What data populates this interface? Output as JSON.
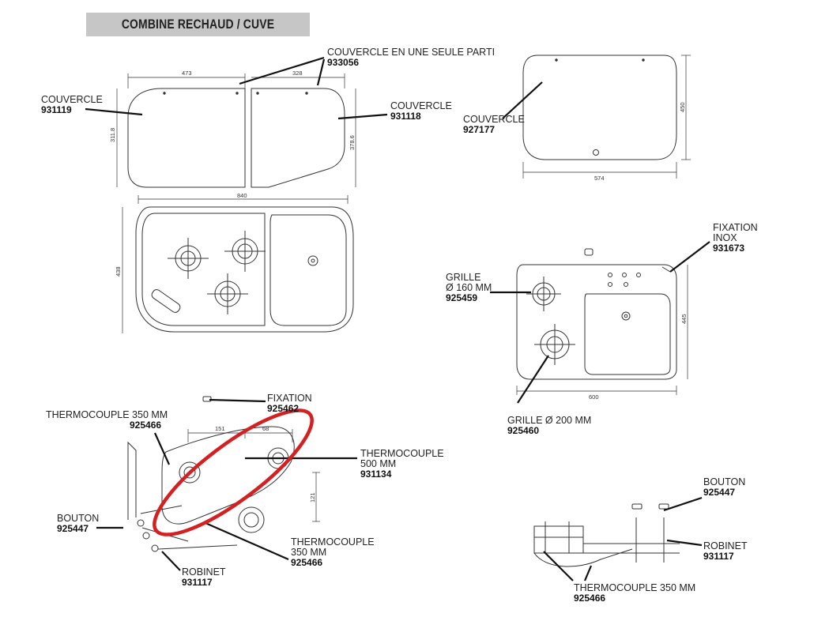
{
  "title": "COMBINE RECHAUD / CUVE",
  "labels": {
    "couvercle_left": {
      "name": "COUVERCLE",
      "code": "931119"
    },
    "couvercle_one_piece": {
      "name": "COUVERCLE EN UNE SEULE PARTI",
      "code": "933056"
    },
    "couvercle_right": {
      "name": "COUVERCLE",
      "code": "931118"
    },
    "couvercle_single": {
      "name": "COUVERCLE",
      "code": "927177"
    },
    "fixation_inox": {
      "name1": "FIXATION",
      "name2": "INOX",
      "code": "931673"
    },
    "grille_160": {
      "name1": "GRILLE",
      "name2": "Ø 160 MM",
      "code": "925459"
    },
    "grille_200": {
      "name": "GRILLE Ø 200 MM",
      "code": "925460"
    },
    "fixation": {
      "name": "FIXATION",
      "code": "925462"
    },
    "thermocouple_350_top": {
      "name": "THERMOCOUPLE 350 MM",
      "code": "925466"
    },
    "thermocouple_500": {
      "name1": "THERMOCOUPLE",
      "name2": "500 MM",
      "code": "931134"
    },
    "bouton_left": {
      "name": "BOUTON",
      "code": "925447"
    },
    "thermocouple_350_mid": {
      "name1": "THERMOCOUPLE",
      "name2": "350 MM",
      "code": "925466"
    },
    "robinet_left": {
      "name": "ROBINET",
      "code": "931117"
    },
    "bouton_right": {
      "name": "BOUTON",
      "code": "925447"
    },
    "robinet_right": {
      "name": "ROBINET",
      "code": "931117"
    },
    "thermocouple_350_bottom": {
      "name": "THERMOCOUPLE 350 MM",
      "code": "925466"
    }
  },
  "dimensions": {
    "d473": "473",
    "d328": "328",
    "d3118": "311.8",
    "d3786": "378.6",
    "d840": "840",
    "d438": "438",
    "d574": "574",
    "d450": "450",
    "d445": "445",
    "d600": "600",
    "d151": "151",
    "d68": "68",
    "d121": "121"
  },
  "colors": {
    "highlight": "#d42020",
    "line": "#1a1a1a",
    "title_bg": "#c6c6c6"
  }
}
